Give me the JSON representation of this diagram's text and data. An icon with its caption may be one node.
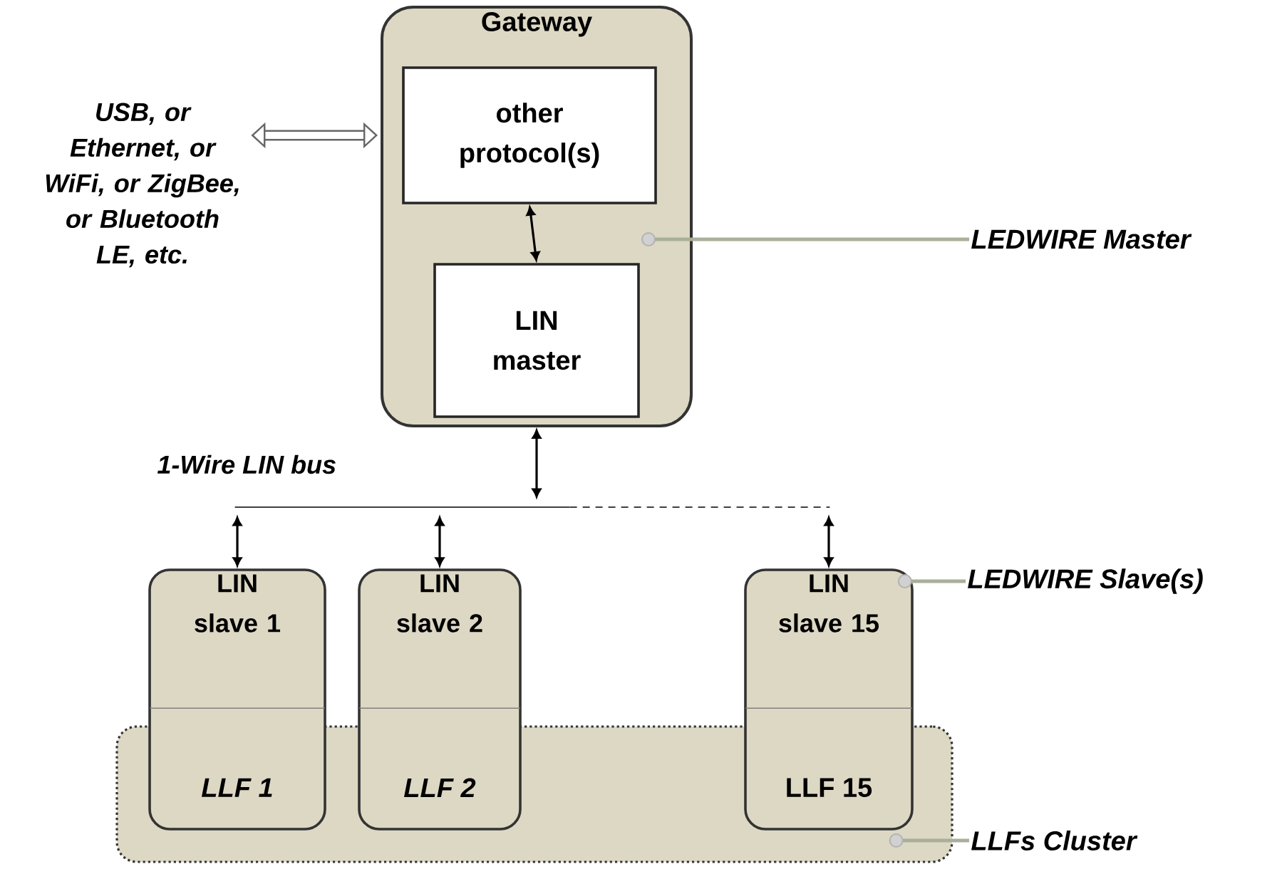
{
  "diagram": {
    "nodes": [
      {
        "text": [
          "Gateway"
        ]
      },
      {
        "text": [
          "other protocol(s)"
        ],
        "in": 0
      },
      {
        "text": [
          "LIN master"
        ],
        "in": 0
      },
      {
        "text": [
          "USB, or Ethernet, or WiFi, or ZigBee, or Bluetooth LE, etc."
        ]
      },
      {
        "text": [],
        "shape": "bar"
      },
      {
        "text": [],
        "shape": "box"
      },
      {
        "text": [
          "LIN slave 1",
          "LLF 1"
        ]
      },
      {
        "text": [
          "LIN slave 2",
          "LLF 2"
        ]
      },
      {
        "text": [
          "LIN slave 15",
          "LLF 15"
        ]
      },
      {
        "text": [
          "LEDWIRE Master"
        ]
      },
      {
        "text": [
          "LEDWIRE Slave(s)"
        ]
      },
      {
        "text": [
          "LLFs Cluster"
        ]
      }
    ],
    "edges": [
      {
        "from": 3,
        "to": 0,
        "arrow": "both",
        "style": "thick",
        "color": "#666666"
      },
      {
        "from": 1,
        "to": 2,
        "arrow": "both"
      },
      {
        "from": 0,
        "to": 4,
        "arrow": "both"
      },
      {
        "from": 4,
        "to": 6,
        "arrow": "both"
      },
      {
        "from": 4,
        "to": 7,
        "arrow": "both"
      },
      {
        "from": 4,
        "to": 8,
        "arrow": "both"
      },
      {
        "from": 9,
        "to": 0,
        "arrow": "other",
        "color": "#a9b09a"
      },
      {
        "from": 10,
        "to": 8,
        "arrow": "other",
        "color": "#a9b09a"
      },
      {
        "from": 11,
        "to": 5,
        "arrow": "other",
        "color": "#a9b09a"
      }
    ],
    "labels": [
      "1-Wire LIN bus"
    ]
  }
}
